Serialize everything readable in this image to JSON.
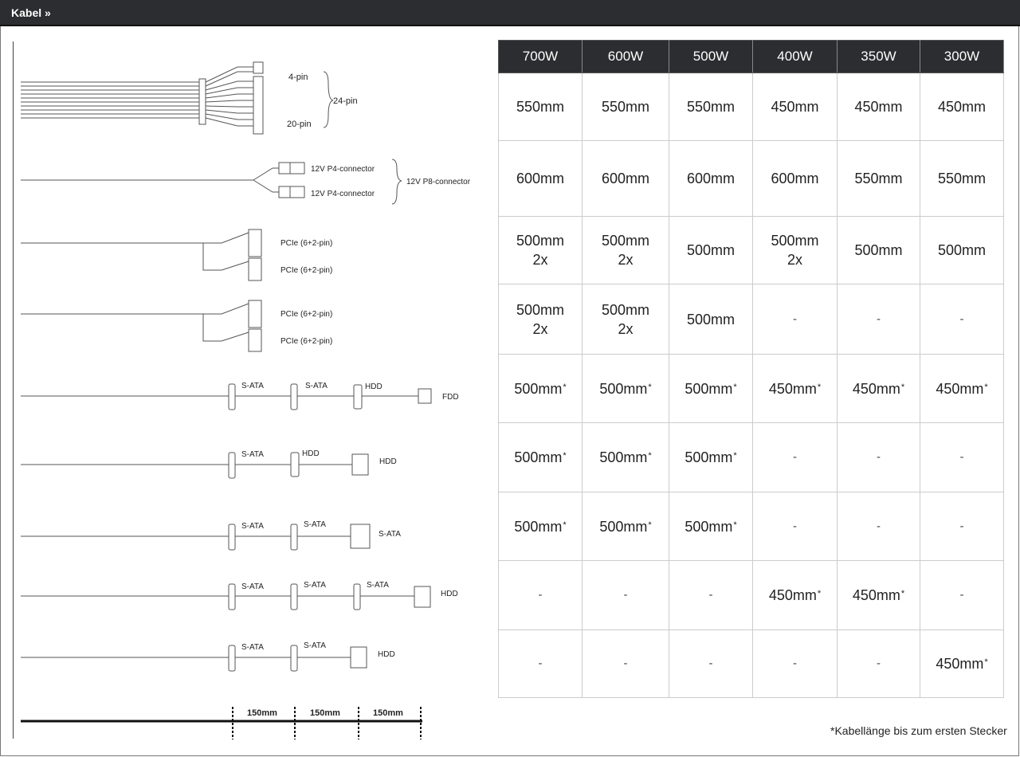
{
  "header": {
    "title": "Kabel »"
  },
  "diagram": {
    "atx": {
      "pin4": "4-pin",
      "pin20": "20-pin",
      "pin24": "24-pin"
    },
    "eps": {
      "p4a": "12V P4-connector",
      "p4b": "12V P4-connector",
      "p8": "12V P8-connector"
    },
    "pcie1": {
      "a": "PCIe (6+2-pin)",
      "b": "PCIe (6+2-pin)"
    },
    "pcie2": {
      "a": "PCIe (6+2-pin)",
      "b": "PCIe (6+2-pin)"
    },
    "row5": [
      "S-ATA",
      "S-ATA",
      "HDD",
      "FDD"
    ],
    "row6": [
      "S-ATA",
      "HDD",
      "HDD"
    ],
    "row7": [
      "S-ATA",
      "S-ATA",
      "S-ATA"
    ],
    "row8": [
      "S-ATA",
      "S-ATA",
      "S-ATA",
      "HDD"
    ],
    "row9": [
      "S-ATA",
      "S-ATA",
      "HDD"
    ],
    "scale": [
      "150mm",
      "150mm",
      "150mm"
    ]
  },
  "table": {
    "columns": [
      "700W",
      "600W",
      "500W",
      "400W",
      "350W",
      "300W"
    ],
    "rows": [
      [
        {
          "v": "550mm"
        },
        {
          "v": "550mm"
        },
        {
          "v": "550mm"
        },
        {
          "v": "450mm"
        },
        {
          "v": "450mm"
        },
        {
          "v": "450mm"
        }
      ],
      [
        {
          "v": "600mm"
        },
        {
          "v": "600mm"
        },
        {
          "v": "600mm"
        },
        {
          "v": "600mm"
        },
        {
          "v": "550mm"
        },
        {
          "v": "550mm"
        }
      ],
      [
        {
          "v": "500mm",
          "sub": "2x"
        },
        {
          "v": "500mm",
          "sub": "2x"
        },
        {
          "v": "500mm"
        },
        {
          "v": "500mm",
          "sub": "2x"
        },
        {
          "v": "500mm"
        },
        {
          "v": "500mm"
        }
      ],
      [
        {
          "v": "500mm",
          "sub": "2x"
        },
        {
          "v": "500mm",
          "sub": "2x"
        },
        {
          "v": "500mm"
        },
        {
          "v": "-"
        },
        {
          "v": "-"
        },
        {
          "v": "-"
        }
      ],
      [
        {
          "v": "500mm",
          "star": "*"
        },
        {
          "v": "500mm",
          "star": "*"
        },
        {
          "v": "500mm",
          "star": "*"
        },
        {
          "v": "450mm",
          "star": "*"
        },
        {
          "v": "450mm",
          "star": "*"
        },
        {
          "v": "450mm",
          "star": "*"
        }
      ],
      [
        {
          "v": "500mm",
          "star": "*"
        },
        {
          "v": "500mm",
          "star": "*"
        },
        {
          "v": "500mm",
          "star": "*"
        },
        {
          "v": "-"
        },
        {
          "v": "-"
        },
        {
          "v": "-"
        }
      ],
      [
        {
          "v": "500mm",
          "star": "*"
        },
        {
          "v": "500mm",
          "star": "*"
        },
        {
          "v": "500mm",
          "star": "*"
        },
        {
          "v": "-"
        },
        {
          "v": "-"
        },
        {
          "v": "-"
        }
      ],
      [
        {
          "v": "-"
        },
        {
          "v": "-"
        },
        {
          "v": "-"
        },
        {
          "v": "450mm",
          "star": "*"
        },
        {
          "v": "450mm",
          "star": "*"
        },
        {
          "v": "-"
        }
      ],
      [
        {
          "v": "-"
        },
        {
          "v": "-"
        },
        {
          "v": "-"
        },
        {
          "v": "-"
        },
        {
          "v": "-"
        },
        {
          "v": "450mm",
          "star": "*"
        }
      ]
    ]
  },
  "footnote": "*Kabellänge bis zum ersten Stecker"
}
